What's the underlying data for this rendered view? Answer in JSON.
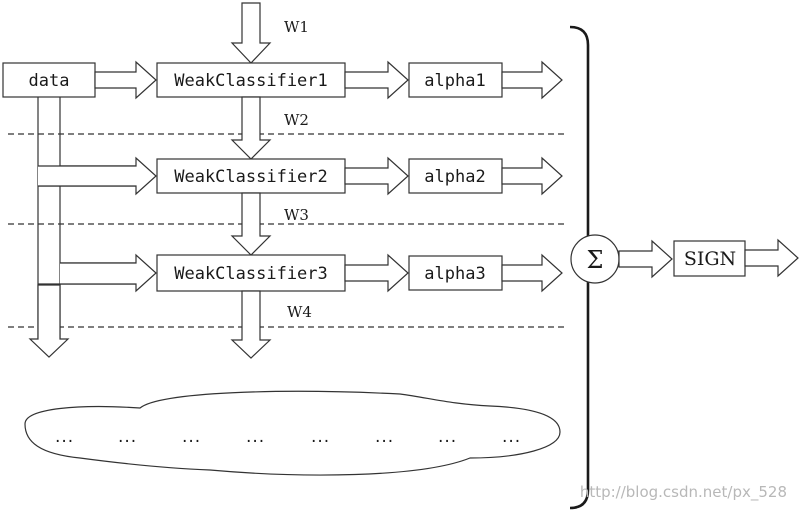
{
  "nodes": {
    "data": "data",
    "classifiers": [
      "WeakClassifier1",
      "WeakClassifier2",
      "WeakClassifier3"
    ],
    "alphas": [
      "alpha1",
      "alpha2",
      "alpha3"
    ],
    "sum": "Σ",
    "sign": "SIGN"
  },
  "weights": [
    "W1",
    "W2",
    "W3",
    "W4"
  ],
  "continuation": [
    "...",
    "...",
    "...",
    "...",
    "...",
    "...",
    "...",
    "..."
  ],
  "watermark": "http://blog.csdn.net/px_528"
}
